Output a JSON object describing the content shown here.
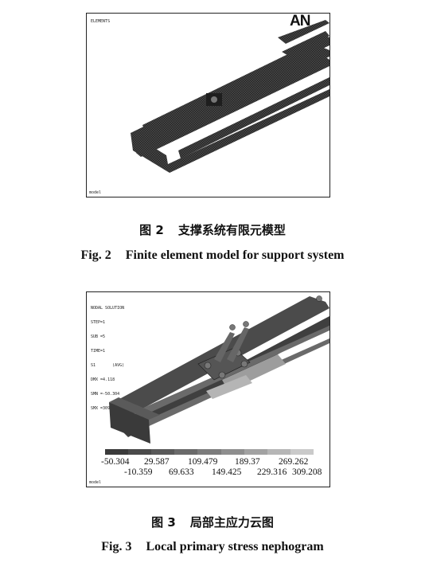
{
  "fig2": {
    "panel_label": "ELEMENTS",
    "logo": "AN",
    "footer": "model",
    "caption_cn_num": "图 2",
    "caption_cn_text": "支撑系统有限元模型",
    "caption_en_num": "Fig. 2",
    "caption_en_text": "Finite element model for support system"
  },
  "fig3": {
    "header": {
      "l1": "NODAL SOLUTION",
      "l2": "STEP=1",
      "l3": "SUB =5",
      "l4": "TIME=1",
      "l5": "S1       (AVG)",
      "l6": "DMX =4.118",
      "l7": "SMN =-50.304",
      "l8": "SMX =309.208"
    },
    "footer": "model",
    "legend_top": [
      "-50.304",
      "29.587",
      "109.479",
      "189.37",
      "269.262"
    ],
    "legend_bottom": [
      "-10.359",
      "69.633",
      "149.425",
      "229.316",
      "309.208"
    ],
    "legend_colors": [
      "#3a3a3a",
      "#4a4a4a",
      "#595959",
      "#6a6a6a",
      "#7c7c7c",
      "#8e8e8e",
      "#a2a2a2",
      "#b6b6b6",
      "#cacaca"
    ],
    "caption_cn_num": "图 3",
    "caption_cn_text": "局部主应力云图",
    "caption_en_num": "Fig. 3",
    "caption_en_text": "Local primary stress nephogram"
  }
}
